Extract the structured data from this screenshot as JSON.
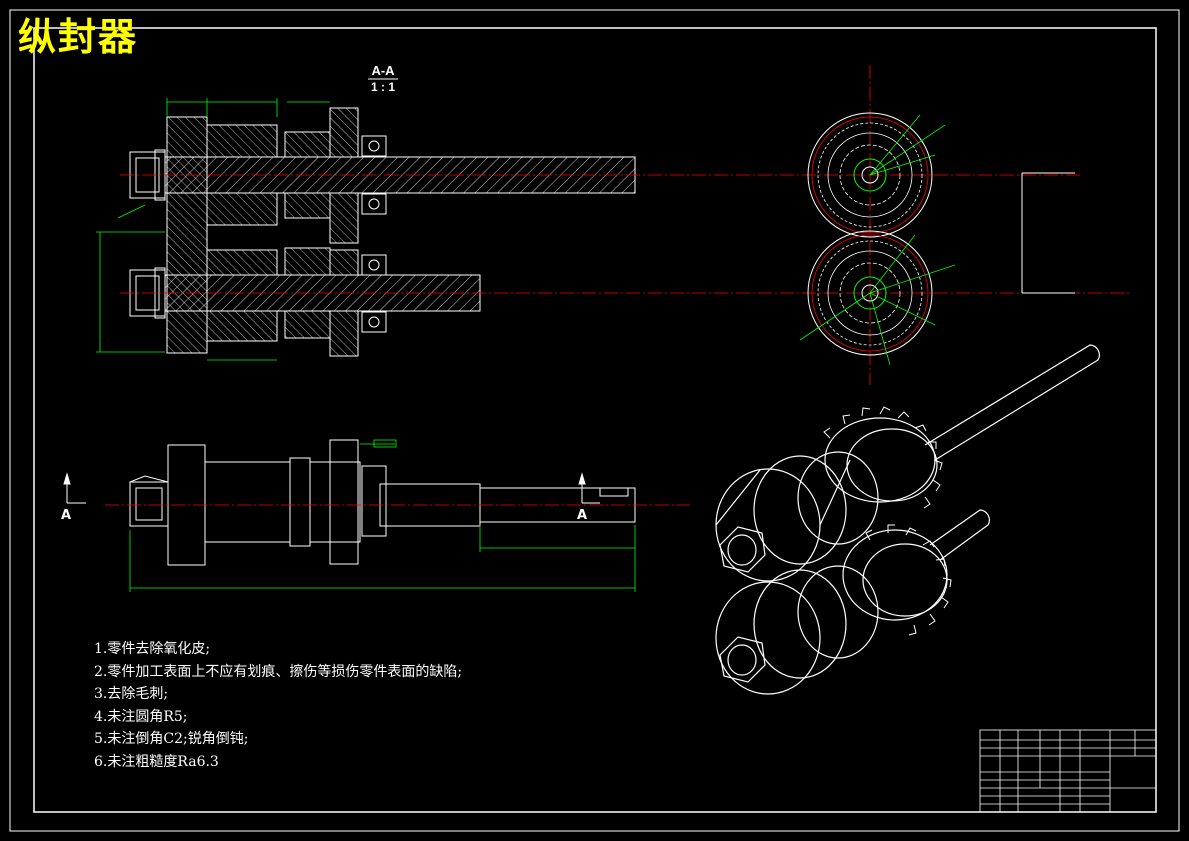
{
  "drawing": {
    "title": "纵封器",
    "section_view_label": "A-A",
    "section_view_scale": "1 : 1",
    "section_marker_left": "A",
    "section_marker_right": "A"
  },
  "technical_requirements": [
    "1.零件去除氧化皮;",
    "2.零件加工表面上不应有划痕、擦伤等损伤零件表面的缺陷;",
    "3.去除毛刺;",
    "4.未注圆角R5;",
    "5.未注倒角C2;锐角倒钝;",
    "6.未注粗糙度Ra6.3"
  ],
  "colors": {
    "background": "#000000",
    "lines": "#ffffff",
    "centerline": "#ff0000",
    "dimensions": "#00ff00",
    "title": "#ffff00"
  }
}
